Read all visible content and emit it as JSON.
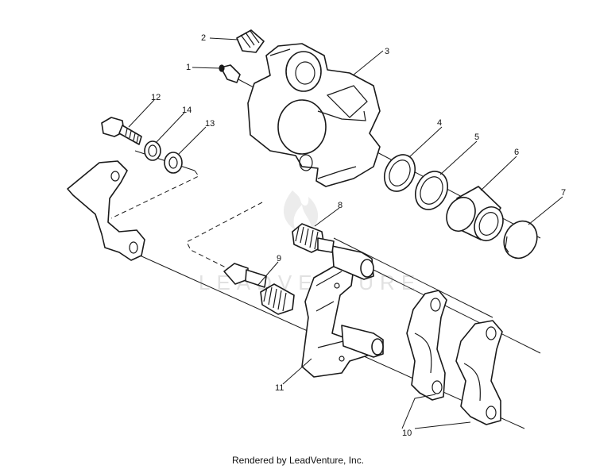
{
  "diagram": {
    "callouts": {
      "c1": "1",
      "c2": "2",
      "c3": "3",
      "c4": "4",
      "c5": "5",
      "c6": "6",
      "c7": "7",
      "c8": "8",
      "c9": "9",
      "c10": "10",
      "c11": "11",
      "c12": "12",
      "c13": "13",
      "c14": "14"
    },
    "watermark": "LEADVENTURE"
  },
  "footer": {
    "text": "Rendered by LeadVenture, Inc."
  }
}
